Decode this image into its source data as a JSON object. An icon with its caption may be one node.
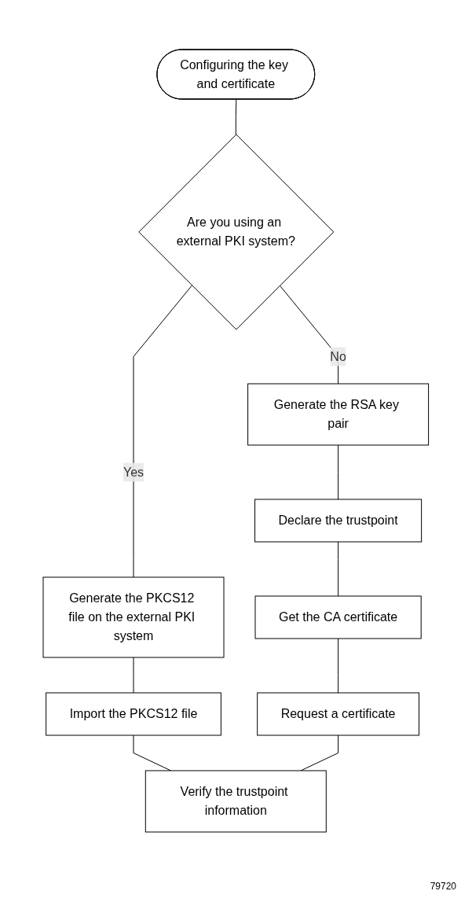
{
  "diagram": {
    "nodes": [
      {
        "text": [
          "Configuring the key and certificate"
        ]
      },
      {
        "text": [
          "Are you using an external PKI system?"
        ]
      },
      {
        "text": [
          "Generate the RSA key pair"
        ]
      },
      {
        "text": [
          "Declare the trustpoint"
        ]
      },
      {
        "text": [
          "Get the CA certificate"
        ]
      },
      {
        "text": [
          "Generate the PKCS12 file on the external PKI system"
        ]
      },
      {
        "text": [
          "Request a certificate"
        ]
      },
      {
        "text": [
          "Import the PKCS12 file"
        ]
      },
      {
        "text": [
          "Verify the trustpoint information"
        ]
      }
    ],
    "edges": [
      {
        "from": 0,
        "to": 1,
        "arrow": "none"
      },
      {
        "from": 1,
        "to": 5,
        "arrow": "none",
        "label": "Yes"
      },
      {
        "from": 1,
        "to": 2,
        "arrow": "none",
        "label": "No"
      },
      {
        "from": 2,
        "to": 3,
        "arrow": "none"
      },
      {
        "from": 3,
        "to": 4,
        "arrow": "none"
      },
      {
        "from": 4,
        "to": 6,
        "arrow": "none"
      },
      {
        "from": 5,
        "to": 7,
        "arrow": "none"
      },
      {
        "from": 7,
        "to": 8,
        "arrow": "none"
      },
      {
        "from": 6,
        "to": 8,
        "arrow": "none"
      }
    ],
    "labels": [
      "79720"
    ]
  }
}
